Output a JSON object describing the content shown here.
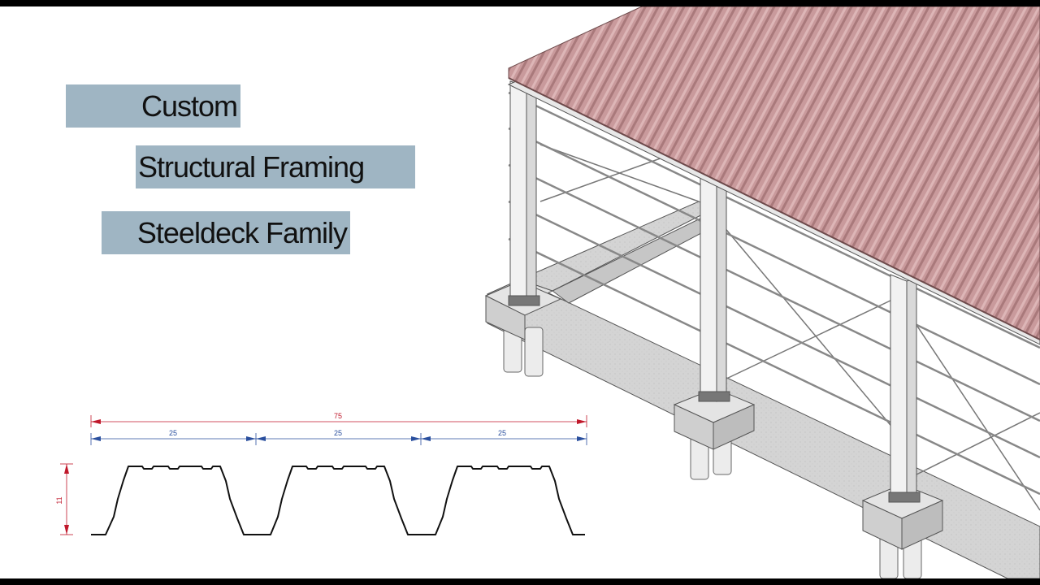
{
  "titles": {
    "line1": "Custom",
    "line2": "Structural Framing",
    "line3": "Steeldeck Family"
  },
  "profile_drawing": {
    "overall_dimension": "75",
    "rib_dimensions": [
      "25",
      "25",
      "25"
    ],
    "height_dimension": "11",
    "dimension_color_overall": "#c0182b",
    "dimension_color_ribs": "#2a4f9e",
    "profile_color": "#111111"
  },
  "illustration": {
    "subject": "isometric steel frame with corrugated steel roof deck, concrete footings and piles",
    "roof_color": "#c99a9c",
    "concrete_color": "#d6d6d6"
  }
}
